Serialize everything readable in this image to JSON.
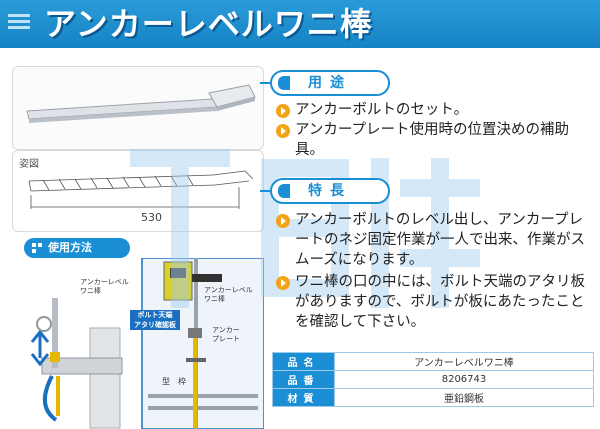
{
  "header": {
    "title": "アンカーレベルワニ棒"
  },
  "illustrations": {
    "diagram_label": "姿図",
    "dimension": "530",
    "usage_label": "使用方法",
    "label_tool_left": "アンカーレベル\nワニ棒",
    "label_tool_right": "アンカーレベル\nワニ棒",
    "label_plate": "アンカー\nプレート",
    "label_bolt_tag": "ボルト天端\nアタリ確認板",
    "label_form": "型　枠"
  },
  "sections": {
    "use": {
      "heading": "用途",
      "items": [
        "アンカーボルトのセット。",
        "アンカープレート使用時の位置決めの補助具。"
      ]
    },
    "features": {
      "heading": "特長",
      "items": [
        "アンカーボルトのレベル出し、アンカープレートのネジ固定作業が一人で出来、作業がスムーズになります。",
        "ワニ棒の口の中には、ボルト天端のアタリ板がありますので、ボルトが板にあたったことを確認して下さい。"
      ]
    }
  },
  "spec_table": [
    {
      "key": "品名",
      "value": "アンカーレベルワニ棒"
    },
    {
      "key": "品番",
      "value": "8206743"
    },
    {
      "key": "材質",
      "value": "亜鉛鋼板"
    }
  ],
  "colors": {
    "brand_blue": "#1a8fd6",
    "bullet_orange": "#f2a317"
  }
}
